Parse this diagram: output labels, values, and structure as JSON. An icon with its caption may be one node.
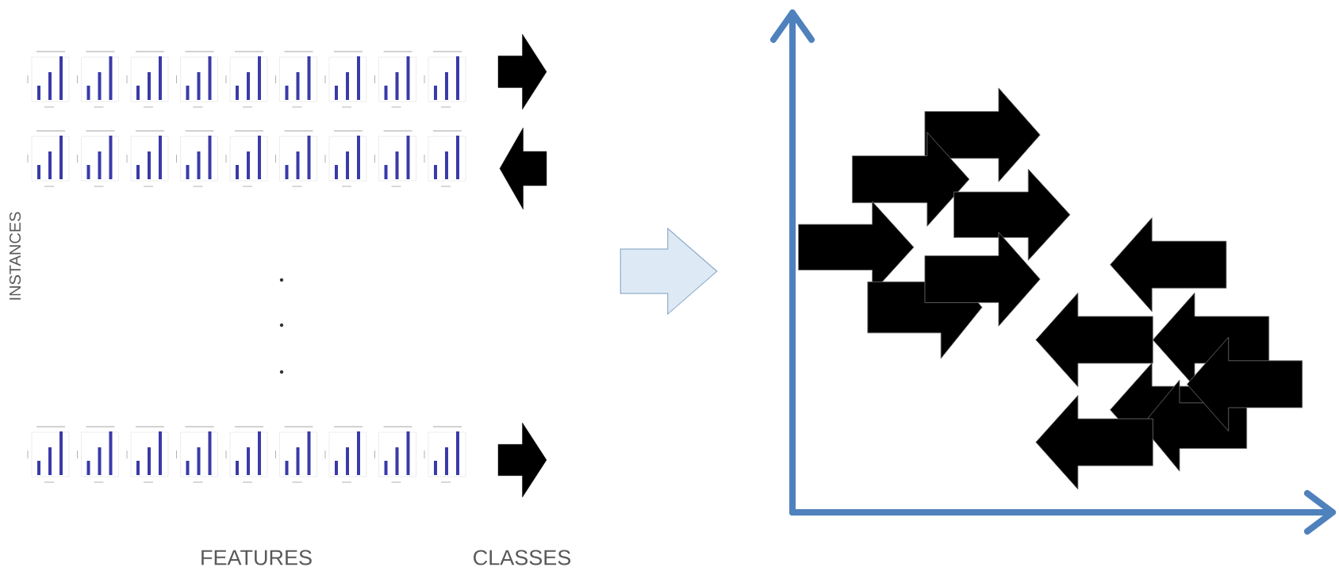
{
  "diagram": {
    "nodes": [
      {
        "text": [],
        "shape": "picture"
      },
      {
        "text": [],
        "shape": "picture"
      }
    ],
    "edges": [
      {
        "from": 0,
        "to": 1,
        "arrow": "to"
      }
    ],
    "labels": [
      "INSTANCES",
      "FEATURES",
      "CLASSES"
    ]
  }
}
